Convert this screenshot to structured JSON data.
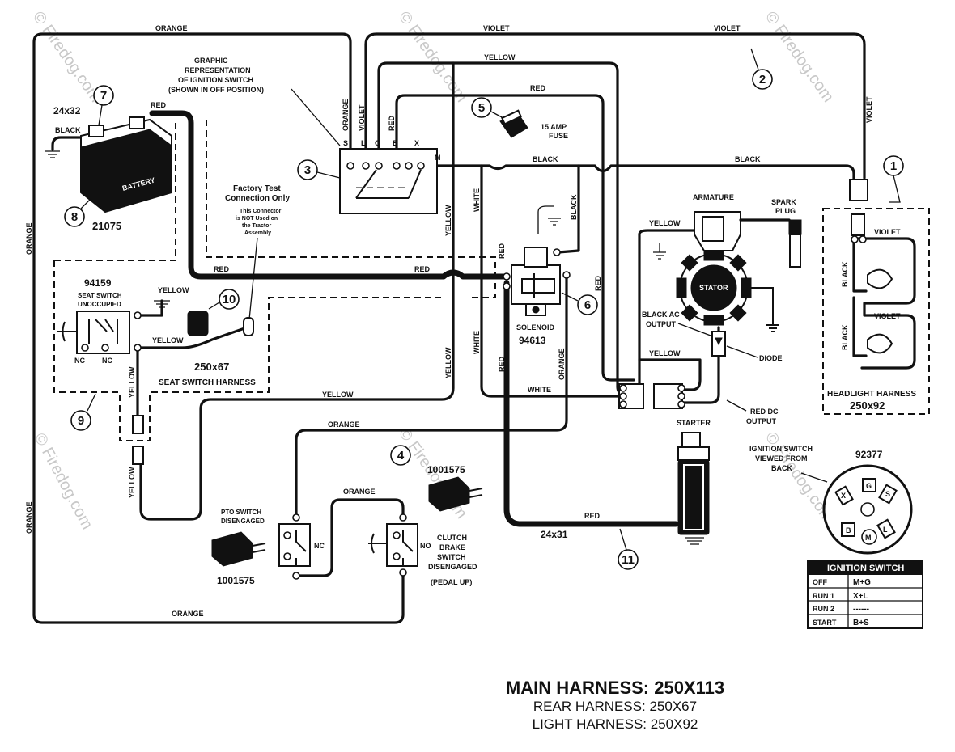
{
  "watermark": "© Firedog.com",
  "wire_labels": {
    "orange": "ORANGE",
    "violet": "VIOLET",
    "yellow": "YELLOW",
    "red": "RED",
    "black": "BLACK",
    "white": "WHITE"
  },
  "ignition_graphic": {
    "caption_line1": "GRAPHIC",
    "caption_line2": "REPRESENTATION",
    "caption_line3": "OF IGNITION SWITCH",
    "caption_line4": "(SHOWN IN OFF POSITION)",
    "terminals": [
      "S",
      "L",
      "G",
      "B",
      "X"
    ],
    "terminal_m": "M"
  },
  "battery": {
    "label": "BATTERY",
    "part": "21075",
    "cable_size": "24x32"
  },
  "fuse": {
    "line1": "15 AMP",
    "line2": "FUSE"
  },
  "factory_test": {
    "title1": "Factory Test",
    "title2": "Connection Only",
    "note1": "This Connector",
    "note2": "is NOT Used on",
    "note3": "the Tractor",
    "note4": "Assembly"
  },
  "seat_switch": {
    "part": "94159",
    "title1": "SEAT SWITCH",
    "title2": "UNOCCUPIED",
    "nc1": "NC",
    "nc2": "NC",
    "harness_part": "250x67",
    "harness_name": "SEAT SWITCH HARNESS"
  },
  "solenoid": {
    "label": "SOLENOID",
    "part": "94613"
  },
  "armature": {
    "label": "ARMATURE",
    "spark1": "SPARK",
    "spark2": "PLUG"
  },
  "stator": {
    "label": "STATOR",
    "ac1": "BLACK AC",
    "ac2": "OUTPUT",
    "diode": "DIODE",
    "dc1": "RED DC",
    "dc2": "OUTPUT"
  },
  "headlight": {
    "name": "HEADLIGHT HARNESS",
    "part": "250x92"
  },
  "starter": {
    "label": "STARTER",
    "cable_size": "24x31"
  },
  "pto_switch": {
    "title1": "PTO SWITCH",
    "title2": "DISENGAGED",
    "nc": "NC",
    "part": "1001575"
  },
  "clutch_switch": {
    "no": "NO",
    "line1": "CLUTCH",
    "line2": "BRAKE",
    "line3": "SWITCH",
    "line4": "DISENGAGED",
    "line5": "(PEDAL UP)"
  },
  "plug_part_4": "1001575",
  "ignition_back": {
    "line1": "IGNITION SWITCH",
    "line2": "VIEWED FROM",
    "line3": "BACK",
    "part": "92377",
    "pins": [
      "G",
      "S",
      "X",
      "L",
      "B",
      "M"
    ]
  },
  "ignition_table": {
    "title": "IGNITION SWITCH",
    "rows": [
      {
        "pos": "OFF",
        "conn": "M+G"
      },
      {
        "pos": "RUN 1",
        "conn": "X+L"
      },
      {
        "pos": "RUN 2",
        "conn": "------"
      },
      {
        "pos": "START",
        "conn": "B+S"
      }
    ]
  },
  "callouts": [
    "1",
    "2",
    "3",
    "4",
    "5",
    "6",
    "7",
    "8",
    "9",
    "10",
    "11"
  ],
  "harness_summary": {
    "main": "MAIN HARNESS: 250X113",
    "rear": "REAR HARNESS: 250X67",
    "light": "LIGHT HARNESS: 250X92"
  }
}
